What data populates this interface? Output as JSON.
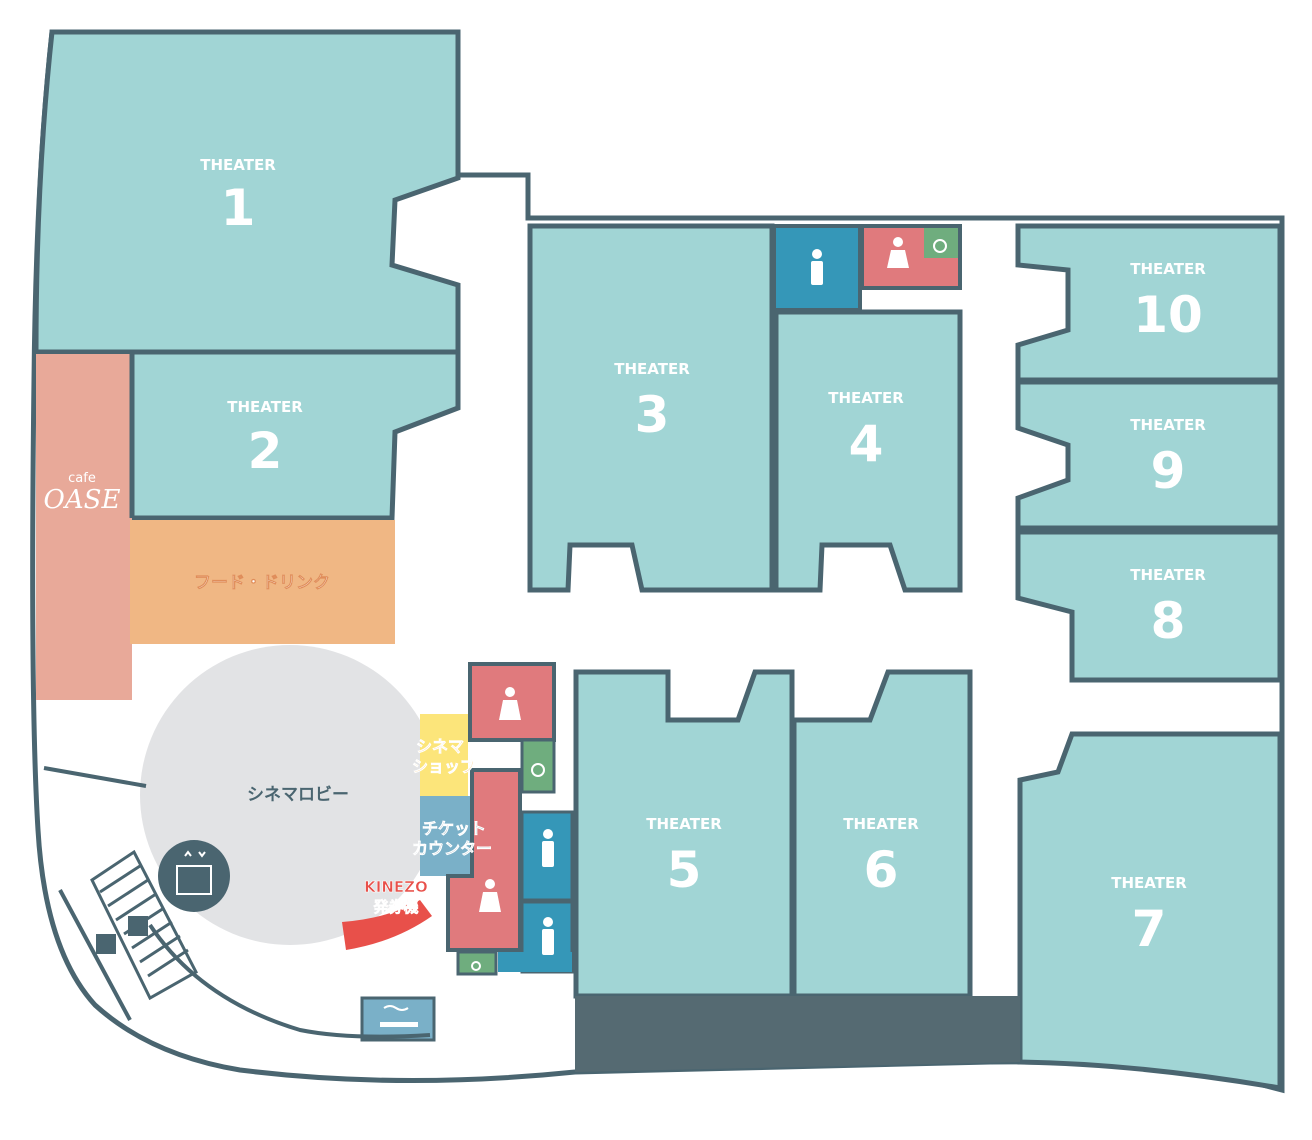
{
  "theaters": [
    {
      "id": "1",
      "label": "THEATER",
      "number": "1"
    },
    {
      "id": "2",
      "label": "THEATER",
      "number": "2"
    },
    {
      "id": "3",
      "label": "THEATER",
      "number": "3"
    },
    {
      "id": "4",
      "label": "THEATER",
      "number": "4"
    },
    {
      "id": "5",
      "label": "THEATER",
      "number": "5"
    },
    {
      "id": "6",
      "label": "THEATER",
      "number": "6"
    },
    {
      "id": "7",
      "label": "THEATER",
      "number": "7"
    },
    {
      "id": "8",
      "label": "THEATER",
      "number": "8"
    },
    {
      "id": "9",
      "label": "THEATER",
      "number": "9"
    },
    {
      "id": "10",
      "label": "THEATER",
      "number": "10"
    }
  ],
  "cafe": {
    "small": "cafe",
    "name": "OASE"
  },
  "food_drink": "フード・ドリンク",
  "lobby": "シネマロビー",
  "cinema_shop": [
    "シネマ",
    "ショップ"
  ],
  "ticket_counter": [
    "チケット",
    "カウンター"
  ],
  "kinezo": [
    "KINEZO",
    "発券機"
  ],
  "colors": {
    "theater": "#a1d5d5",
    "wall": "#4a6570",
    "cafe": "#e8a999",
    "food": "#f0b784",
    "lobby": "#e2e3e5",
    "shop": "#fce57a",
    "ticket": "#7ab0c8",
    "kinezo": "#e8504a",
    "restroom_female": "#e07a7d",
    "restroom_male": "#3597b8",
    "accessible": "#6fad7e",
    "dark_block": "#556a72"
  }
}
